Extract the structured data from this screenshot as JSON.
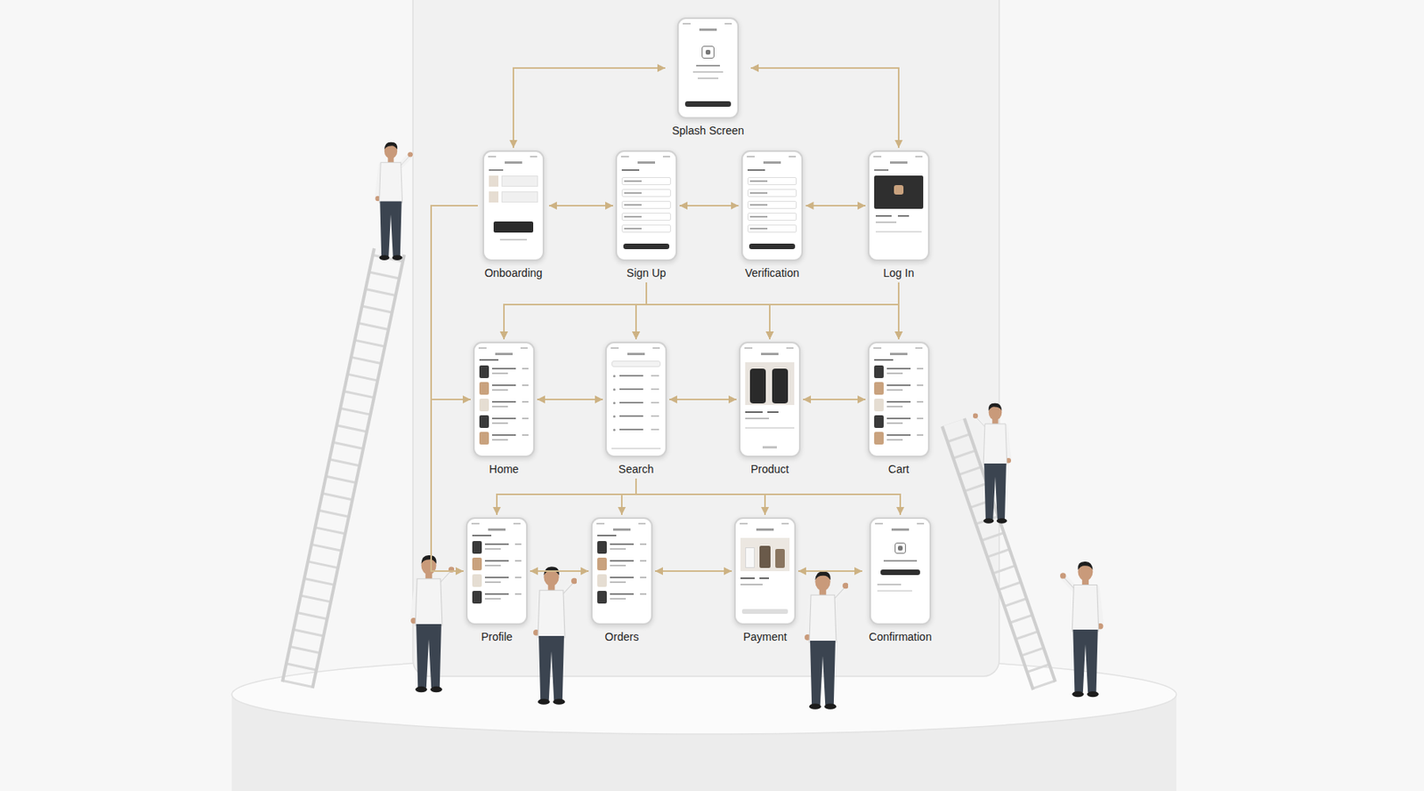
{
  "diagram": {
    "nodes": [
      {
        "text": [
          "Splash Screen"
        ]
      },
      {
        "text": [
          "Onboarding"
        ]
      },
      {
        "text": [
          "Sign Up"
        ]
      },
      {
        "text": [
          "Verification"
        ]
      },
      {
        "text": [
          "Log In"
        ]
      },
      {
        "text": [
          "Home"
        ]
      },
      {
        "text": [
          "Search"
        ]
      },
      {
        "text": [
          "Product"
        ]
      },
      {
        "text": [
          "Cart"
        ]
      },
      {
        "text": [
          "Profile"
        ]
      },
      {
        "text": [
          "Orders"
        ]
      },
      {
        "text": [
          "Payment"
        ]
      },
      {
        "text": [
          "Confirmation"
        ]
      }
    ],
    "edges": [
      {
        "from": 0,
        "to": 1,
        "arrow": "both"
      },
      {
        "from": 0,
        "to": 4,
        "arrow": "both"
      },
      {
        "from": 1,
        "to": 2,
        "arrow": "both"
      },
      {
        "from": 2,
        "to": 3,
        "arrow": "both"
      },
      {
        "from": 3,
        "to": 4,
        "arrow": "both"
      },
      {
        "from": 2,
        "to": 5,
        "arrow": "to"
      },
      {
        "from": 2,
        "to": 6,
        "arrow": "to"
      },
      {
        "from": 2,
        "to": 7,
        "arrow": "to"
      },
      {
        "from": 2,
        "to": 8,
        "arrow": "to"
      },
      {
        "from": 4,
        "to": 5,
        "arrow": "to"
      },
      {
        "from": 4,
        "to": 6,
        "arrow": "to"
      },
      {
        "from": 4,
        "to": 7,
        "arrow": "to"
      },
      {
        "from": 4,
        "to": 8,
        "arrow": "to"
      },
      {
        "from": 1,
        "to": 5,
        "arrow": "to"
      },
      {
        "from": 5,
        "to": 6,
        "arrow": "both"
      },
      {
        "from": 6,
        "to": 7,
        "arrow": "both"
      },
      {
        "from": 7,
        "to": 8,
        "arrow": "both"
      },
      {
        "from": 6,
        "to": 9,
        "arrow": "to"
      },
      {
        "from": 6,
        "to": 10,
        "arrow": "to"
      },
      {
        "from": 6,
        "to": 11,
        "arrow": "to"
      },
      {
        "from": 6,
        "to": 12,
        "arrow": "to"
      },
      {
        "from": 1,
        "to": 9,
        "arrow": "to"
      },
      {
        "from": 9,
        "to": 10,
        "arrow": "both"
      },
      {
        "from": 10,
        "to": 11,
        "arrow": "both"
      },
      {
        "from": 11,
        "to": 12,
        "arrow": "both"
      }
    ]
  }
}
